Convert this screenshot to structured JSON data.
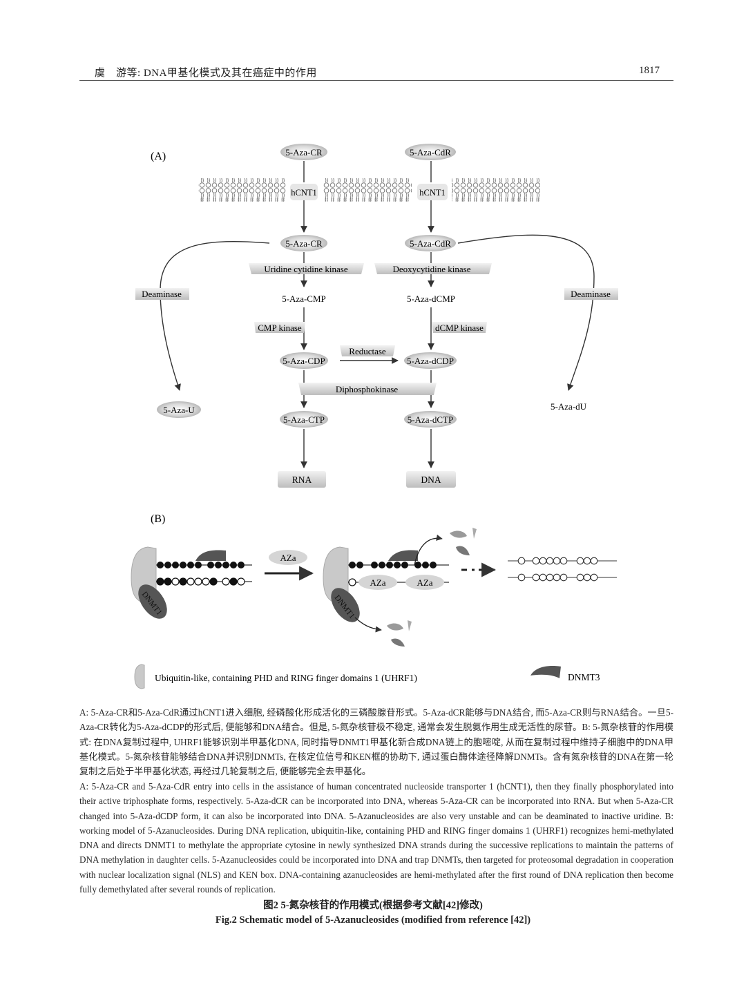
{
  "header": {
    "left": "虞　游等: DNA甲基化模式及其在癌症中的作用",
    "page_number": "1817"
  },
  "panelA": {
    "label": "(A)",
    "left": {
      "drug": "5-Aza-CR",
      "transporter": "hCNT1",
      "drug_inside": "5-Aza-CR",
      "kinase": "Uridine cytidine kinase",
      "monophosphate": "5-Aza-CMP",
      "kinase2": "CMP kinase",
      "diphosphate": "5-Aza-CDP",
      "triphosphate": "5-Aza-CTP",
      "target": "RNA"
    },
    "right": {
      "drug": "5-Aza-CdR",
      "transporter": "hCNT1",
      "drug_inside": "5-Aza-CdR",
      "kinase": "Deoxycytidine kinase",
      "monophosphate": "5-Aza-dCMP",
      "kinase2": "dCMP kinase",
      "diphosphate": "5-Aza-dCDP",
      "triphosphate": "5-Aza-dCTP",
      "target": "DNA"
    },
    "reductase": "Reductase",
    "diphosphokinase": "Diphosphokinase",
    "deaminase_left": "Deaminase",
    "deaminase_right": "Deaminase",
    "product_left": "5-Aza-U",
    "product_right": "5-Aza-dU"
  },
  "panelB": {
    "label": "(B)",
    "aza_arrow": "AZa",
    "aza1": "AZa",
    "aza2": "AZa",
    "dnmt1_a": "DNMT1",
    "dnmt1_b": "DNMT1",
    "legend_uhrf1": "Ubiquitin-like, containing PHD and RING finger domains 1 (UHRF1)",
    "legend_dnmt3": "DNMT3"
  },
  "caption_zh": "A: 5-Aza-CR和5-Aza-CdR通过hCNT1进入细胞, 经磷酸化形成活化的三磷酸腺苷形式。5-Aza-dCR能够与DNA结合, 而5-Aza-CR则与RNA结合。一旦5-Aza-CR转化为5-Aza-dCDP的形式后, 便能够和DNA结合。但是, 5-氮杂核苷极不稳定, 通常会发生脱氨作用生成无活性的尿苷。B: 5-氮杂核苷的作用模式: 在DNA复制过程中, UHRF1能够识别半甲基化DNA, 同时指导DNMT1甲基化新合成DNA链上的胞嘧啶, 从而在复制过程中维持子细胞中的DNA甲基化模式。5-氮杂核苷能够结合DNA并识别DNMTs, 在核定位信号和KEN框的协助下, 通过蛋白酶体途径降解DNMTs。含有氮杂核苷的DNA在第一轮复制之后处于半甲基化状态, 再经过几轮复制之后, 便能够完全去甲基化。",
  "caption_en": "A: 5-Aza-CR and 5-Aza-CdR entry into cells in the assistance of human concentrated nucleoside transporter 1 (hCNT1), then they finally phosphorylated into their active triphosphate forms, respectively. 5-Aza-dCR can be incorporated into DNA, whereas 5-Aza-CR can be incorporated into RNA. But when 5-Aza-CR changed into 5-Aza-dCDP form, it can also be incorporated into DNA. 5-Azanucleosides are also very unstable and can be deaminated to inactive uridine. B: working model of 5-Azanucleosides. During DNA replication, ubiquitin-like, containing PHD and RING finger domains 1 (UHRF1) recognizes hemi-methylated DNA and directs DNMT1 to methylate the appropriate cytosine in newly synthesized DNA strands during the successive replications to maintain the patterns of DNA methylation in daughter cells. 5-Azanucleosides could be incorporated into DNA and trap DNMTs, then targeted for proteosomal degradation in cooperation with nuclear localization signal (NLS) and KEN box. DNA-containing azanucleosides are hemi-methylated after the first round of DNA replication then become fully demethylated after several rounds of replication.",
  "figure_title_zh": "图2  5-氮杂核苷的作用模式(根据参考文献[42]修改)",
  "figure_title_en": "Fig.2   Schematic model of 5-Azanucleosides (modified from reference [42])"
}
